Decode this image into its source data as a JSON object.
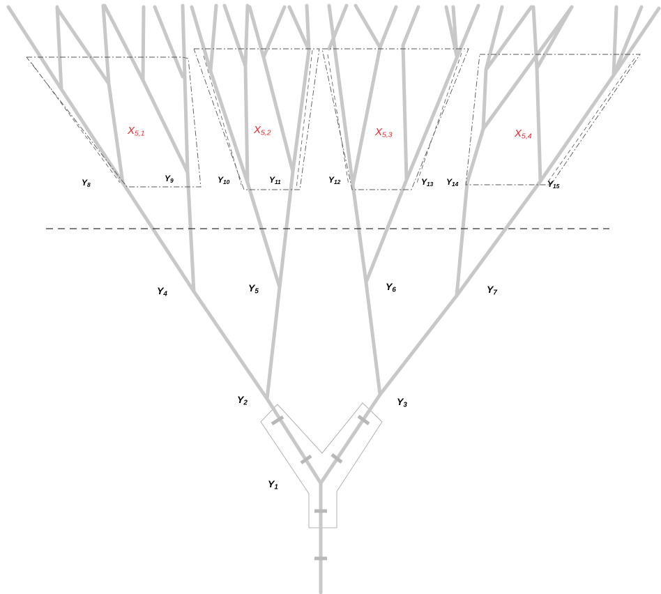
{
  "labels": {
    "y1": {
      "base": "Y",
      "sub": "1"
    },
    "y2": {
      "base": "Y",
      "sub": "2"
    },
    "y3": {
      "base": "Y",
      "sub": "3"
    },
    "y4": {
      "base": "Y",
      "sub": "4"
    },
    "y5": {
      "base": "Y",
      "sub": "5"
    },
    "y6": {
      "base": "Y",
      "sub": "6"
    },
    "y7": {
      "base": "Y",
      "sub": "7"
    },
    "y8": {
      "base": "Y",
      "sub": "8"
    },
    "y9": {
      "base": "Y",
      "sub": "9"
    },
    "y10": {
      "base": "Y",
      "sub": "10"
    },
    "y11": {
      "base": "Y",
      "sub": "11"
    },
    "y12": {
      "base": "Y",
      "sub": "12"
    },
    "y13": {
      "base": "Y",
      "sub": "13"
    },
    "y14": {
      "base": "Y",
      "sub": "14"
    },
    "y15": {
      "base": "Y",
      "sub": "15"
    }
  },
  "regions": {
    "x51": {
      "base": "X",
      "sub": "5,1"
    },
    "x52": {
      "base": "X",
      "sub": "5,2"
    },
    "x53": {
      "base": "X",
      "sub": "5,3"
    },
    "x54": {
      "base": "X",
      "sub": "5,4"
    }
  },
  "colors": {
    "branch": "#c8c8c8",
    "region_label": "#e8232a",
    "node_label": "#000000"
  }
}
